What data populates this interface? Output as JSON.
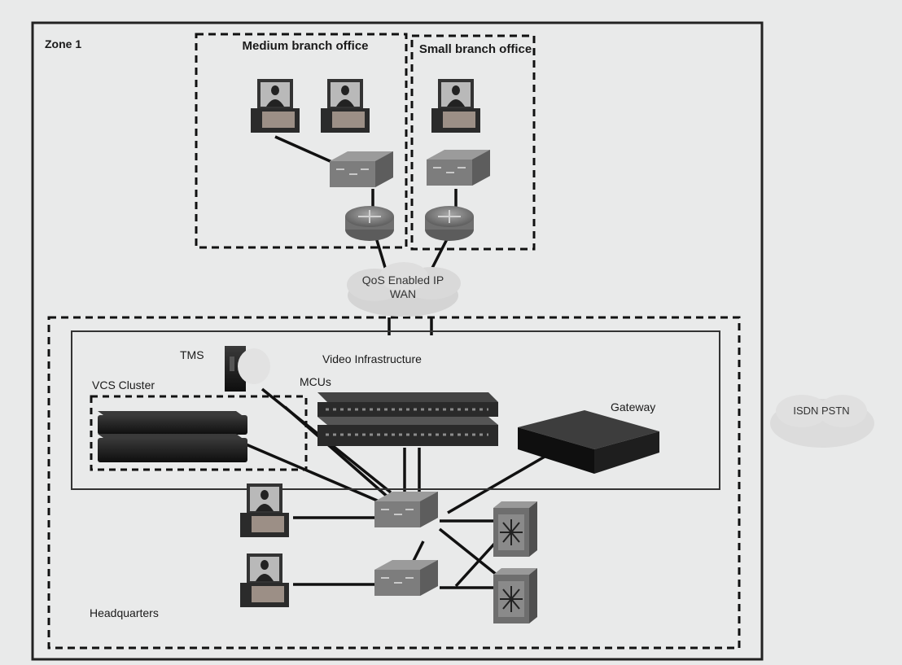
{
  "labels": {
    "zone": "Zone 1",
    "medium_branch": "Medium branch office",
    "small_branch": "Small branch office",
    "wan": "QoS Enabled IP WAN",
    "isdn": "ISDN PSTN",
    "video_infrastructure": "Video Infrastructure",
    "tms": "TMS",
    "mcus": "MCUs",
    "vcs_cluster": "VCS Cluster",
    "gateway": "Gateway",
    "headquarters": "Headquarters"
  },
  "colors": {
    "background": "#e9eaea",
    "zone_border": "#222222",
    "device_body": "#7a7a7a",
    "device_dark": "#1c1c1c",
    "cloud": "#d6d6d6",
    "line": "#111111"
  },
  "icons": [
    "video-endpoint-icon",
    "switch-icon",
    "router-icon",
    "cloud-icon",
    "server-icon",
    "mcu-icon",
    "gateway-icon",
    "multilayer-switch-icon"
  ]
}
